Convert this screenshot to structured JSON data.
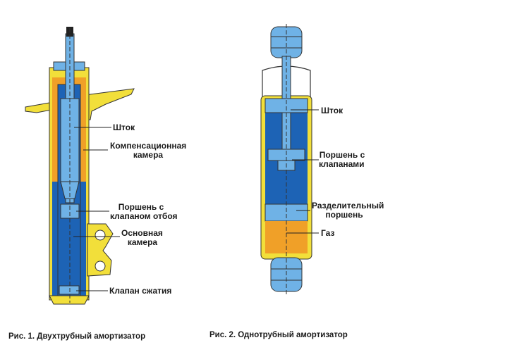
{
  "fig1": {
    "caption": "Рис. 1. Двухтрубный амортизатор",
    "labels": {
      "rod": "Шток",
      "comp_chamber_1": "Компенсационная",
      "comp_chamber_2": "камера",
      "piston_1": "Поршень с",
      "piston_2": "клапаном отбоя",
      "main_chamber_1": "Основная",
      "main_chamber_2": "камера",
      "comp_valve": "Клапан сжатия"
    }
  },
  "fig2": {
    "caption": "Рис. 2. Однотрубный амортизатор",
    "labels": {
      "rod": "Шток",
      "piston_1": "Поршень с",
      "piston_2": "клапанами",
      "sep_piston_1": "Разделительный",
      "sep_piston_2": "поршень",
      "gas": "Газ"
    }
  },
  "colors": {
    "blue": "#1d63b5",
    "light_blue": "#6fb2e6",
    "yellow": "#f2df3a",
    "orange": "#f0a028",
    "outline": "#333333"
  }
}
